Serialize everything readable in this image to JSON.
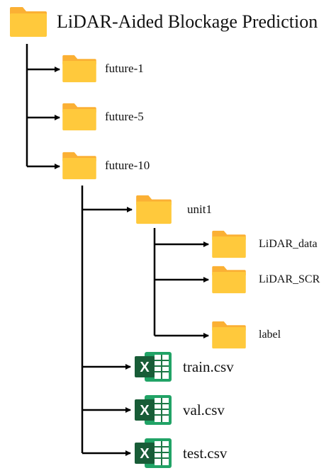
{
  "colors": {
    "folder_body": "#FFC93C",
    "folder_tab": "#FBB034",
    "connector": "#000000",
    "excel_green": "#1D7544",
    "excel_dark": "#185C37",
    "excel_light": "#21A366"
  },
  "tree": {
    "root": {
      "label": "LiDAR-Aided Blockage Prediction",
      "icon": "folder-icon"
    },
    "futures": [
      {
        "label": "future-1",
        "icon": "folder-icon"
      },
      {
        "label": "future-5",
        "icon": "folder-icon"
      },
      {
        "label": "future-10",
        "icon": "folder-icon"
      }
    ],
    "unit": {
      "label": "unit1",
      "icon": "folder-icon"
    },
    "unit_children": [
      {
        "label": "LiDAR_data",
        "icon": "folder-icon"
      },
      {
        "label": "LiDAR_SCR",
        "icon": "folder-icon"
      },
      {
        "label": "label",
        "icon": "folder-icon"
      }
    ],
    "files": [
      {
        "label": "train.csv",
        "icon": "excel-file-icon"
      },
      {
        "label": "val.csv",
        "icon": "excel-file-icon"
      },
      {
        "label": "test.csv",
        "icon": "excel-file-icon"
      }
    ]
  }
}
